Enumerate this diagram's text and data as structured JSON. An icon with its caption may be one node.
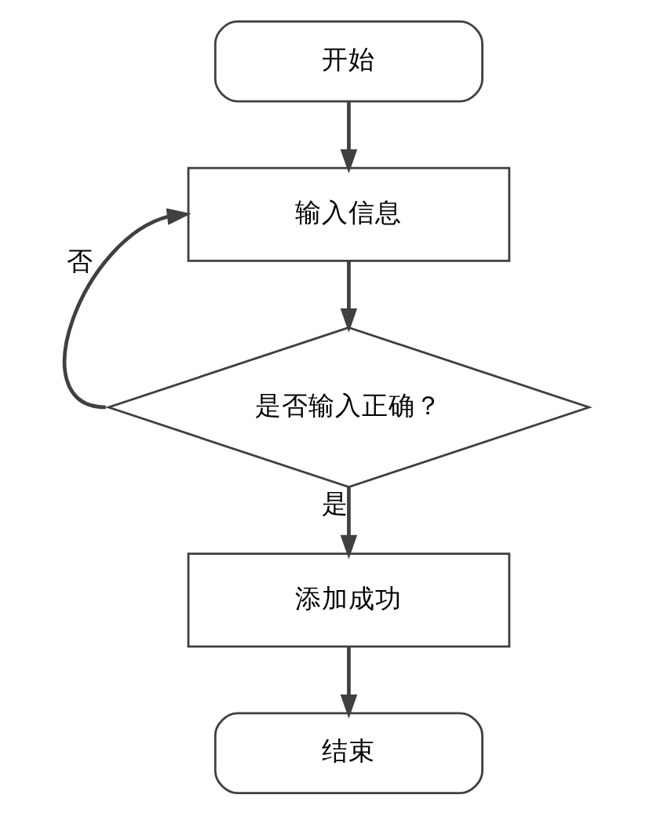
{
  "diagram": {
    "nodes": [
      {
        "text": [
          "开始"
        ]
      },
      {
        "text": [
          "输入信息"
        ]
      },
      {
        "text": [
          "是否输入正确？"
        ]
      },
      {
        "text": [
          "添加成功"
        ]
      },
      {
        "text": [
          "结束"
        ]
      }
    ],
    "edges": [
      {
        "from": 0,
        "to": 1,
        "arrow": "to"
      },
      {
        "from": 1,
        "to": 2,
        "arrow": "to"
      },
      {
        "from": 2,
        "to": 1,
        "arrow": "to",
        "label": "否"
      },
      {
        "from": 2,
        "to": 3,
        "arrow": "to",
        "label": "是"
      },
      {
        "from": 3,
        "to": 4,
        "arrow": "to"
      }
    ]
  }
}
